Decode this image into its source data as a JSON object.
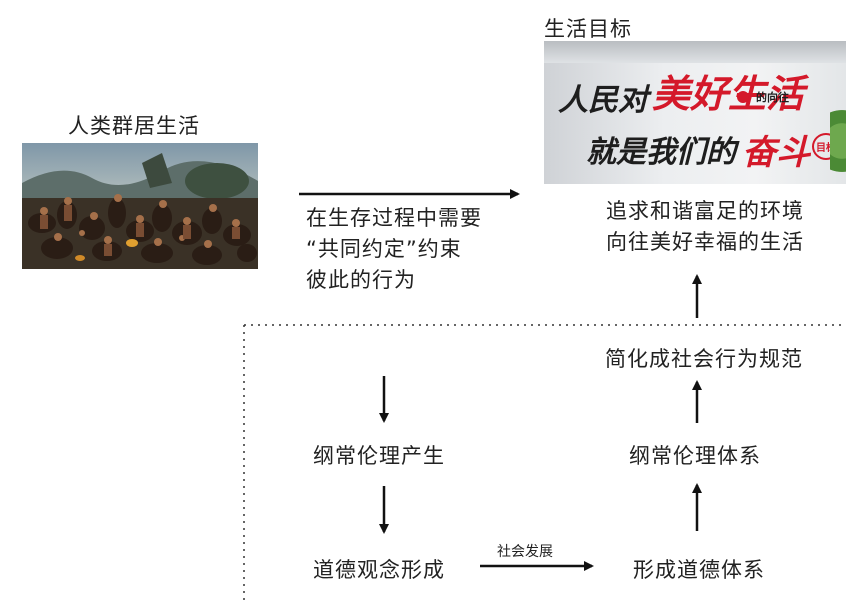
{
  "left_image": {
    "caption": "人类群居生活"
  },
  "right_image": {
    "caption": "生活目标",
    "sign_line1_a": "人民对",
    "sign_line1_b": "美好生活",
    "sign_line1_c": "的向往",
    "sign_line2_a": "就是我们的",
    "sign_line2_b": "奋斗",
    "sign_line2_c": "目标"
  },
  "arrow_top_label": [
    "在生存过程中需要",
    "“共同约定”约束",
    "彼此的行为"
  ],
  "goal_text": [
    "追求和谐富足的环境",
    "向往美好幸福的生活"
  ],
  "nodes": {
    "ethics_emerge": "纲常伦理产生",
    "moral_concept": "道德观念形成",
    "moral_system": "形成道德体系",
    "ethics_system": "纲常伦理体系",
    "social_norms": "简化成社会行为规范"
  },
  "edge_label_social_dev": "社会发展",
  "colors": {
    "sign_red": "#d4192a",
    "sign_dark": "#1e1e1e",
    "wall": "#e9eaec"
  }
}
